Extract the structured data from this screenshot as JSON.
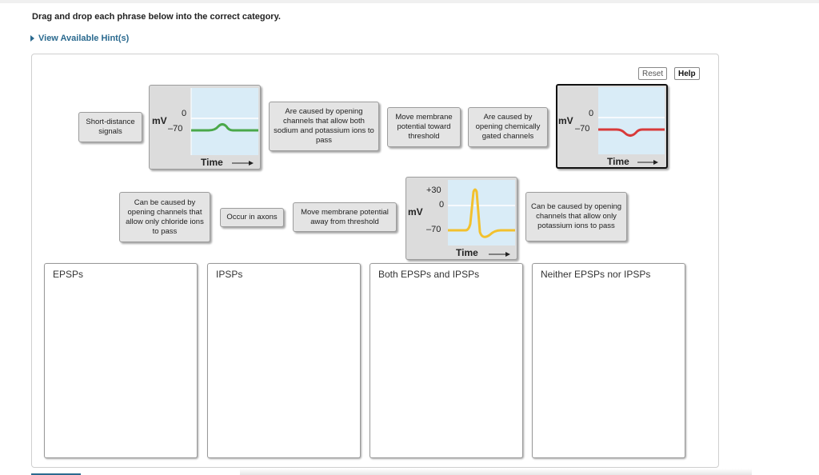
{
  "instruction": "Drag and drop each phrase below into the correct category.",
  "hints_label": "View Available Hint(s)",
  "buttons": {
    "reset": "Reset",
    "help": "Help"
  },
  "cards": {
    "short_distance": "Short-distance signals",
    "opening_na_k": "Are caused by opening channels that allow both sodium and potassium ions to pass",
    "toward_threshold": "Move membrane potential toward threshold",
    "chem_gated": "Are caused by opening chemically gated channels",
    "chloride": "Can be caused by opening channels that allow only chloride ions to pass",
    "axons": "Occur in axons",
    "away_threshold": "Move membrane potential away from threshold",
    "potassium": "Can be caused by opening channels that allow only potassium ions to pass"
  },
  "graphs": {
    "epsp": {
      "unit": "mV",
      "y_top": "0",
      "y_rest": "–70",
      "xlabel": "Time",
      "trace_color": "#4aa84a"
    },
    "ipsp": {
      "unit": "mV",
      "y_top": "0",
      "y_rest": "–70",
      "xlabel": "Time",
      "trace_color": "#d83a3a"
    },
    "ap": {
      "unit": "mV",
      "y_top": "+30",
      "y_mid": "0",
      "y_rest": "–70",
      "xlabel": "Time",
      "trace_color": "#f2c12e"
    }
  },
  "bins": [
    "EPSPs",
    "IPSPs",
    "Both EPSPs and IPSPs",
    "Neither EPSPs nor IPSPs"
  ],
  "colors": {
    "link": "#2b6a8f",
    "plot_bg": "#d9ecf7",
    "card_bg": "#e4e4e4"
  }
}
